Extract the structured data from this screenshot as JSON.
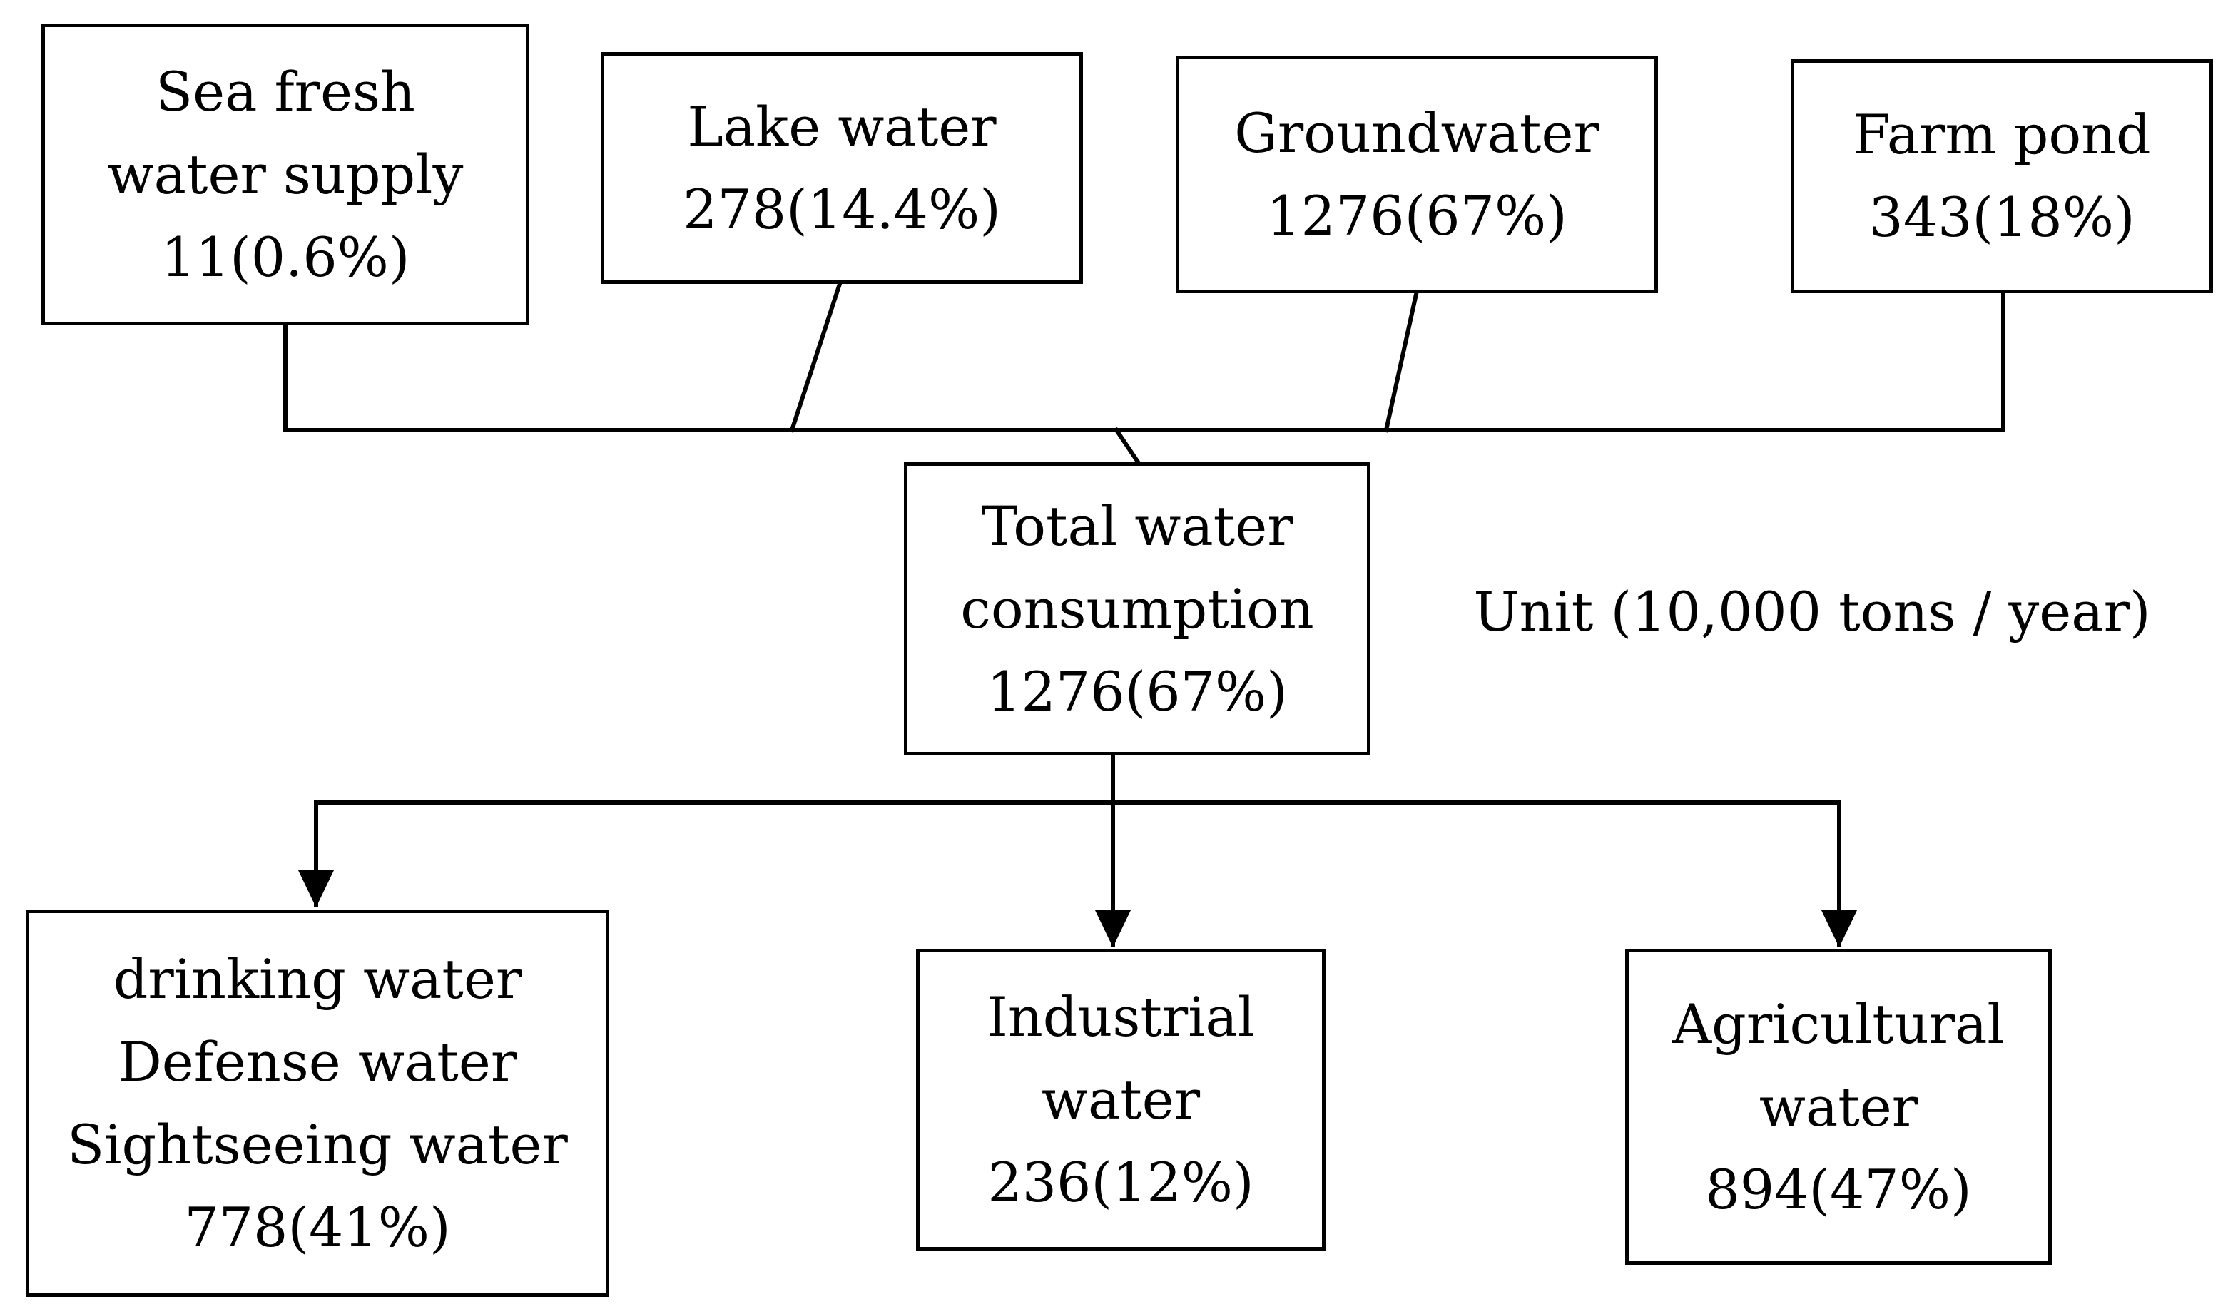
{
  "sources": [
    {
      "id": "sea",
      "lines": [
        "Sea fresh",
        "water supply",
        "11(0.6%)"
      ]
    },
    {
      "id": "lake",
      "lines": [
        "Lake water",
        "278(14.4%)"
      ]
    },
    {
      "id": "ground",
      "lines": [
        "Groundwater",
        "1276(67%)"
      ]
    },
    {
      "id": "farm",
      "lines": [
        "Farm pond",
        "343(18%)"
      ]
    }
  ],
  "total": {
    "lines": [
      "Total water",
      "consumption",
      "1276(67%)"
    ]
  },
  "uses": [
    {
      "id": "drinking",
      "lines": [
        "drinking water",
        "Defense water",
        "Sightseeing water",
        "778(41%)"
      ]
    },
    {
      "id": "industrial",
      "lines": [
        "Industrial",
        "water",
        "236(12%)"
      ]
    },
    {
      "id": "agricultural",
      "lines": [
        "Agricultural",
        "water",
        "894(47%)"
      ]
    }
  ],
  "unit_note": "Unit (10,000 tons / year)"
}
